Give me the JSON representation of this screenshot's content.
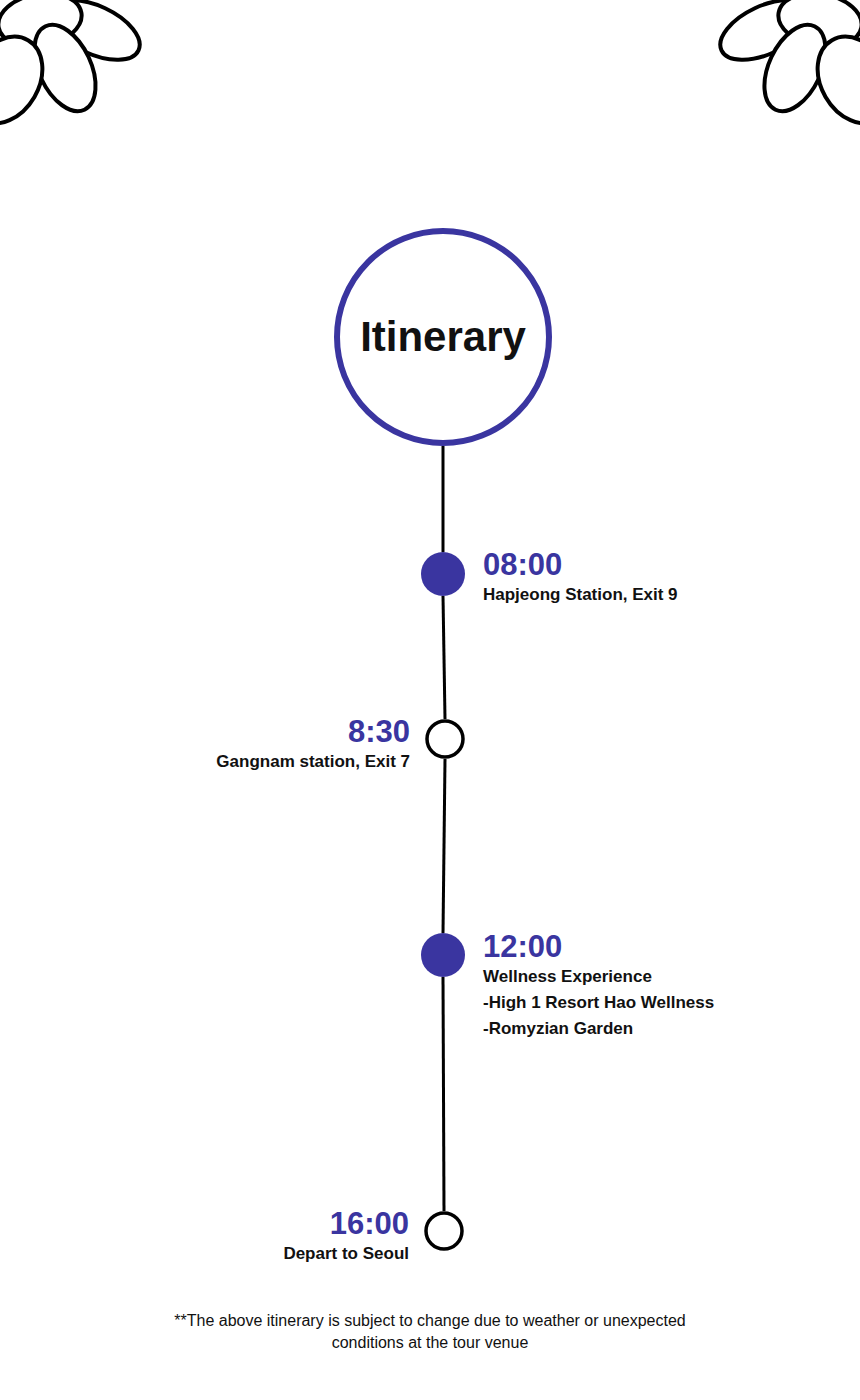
{
  "diagram": {
    "nodes": [
      {
        "text": [
          "Itinerary"
        ]
      },
      {
        "text": [
          "08:00",
          "Hapjeong Station, Exit 9"
        ]
      },
      {
        "text": [
          "8:30",
          "Gangnam station, Exit 7"
        ]
      },
      {
        "text": [
          "12:00",
          "Wellness Experience",
          "-High 1 Resort Hao Wellness",
          "-Romyzian Garden"
        ]
      },
      {
        "text": [
          "16:00",
          "Depart to Seoul"
        ]
      }
    ],
    "edges": [
      {
        "from": 0,
        "to": 1,
        "arrow": "none"
      },
      {
        "from": 1,
        "to": 2,
        "arrow": "none"
      },
      {
        "from": 2,
        "to": 3,
        "arrow": "none"
      },
      {
        "from": 3,
        "to": 4,
        "arrow": "none"
      }
    ],
    "labels": [
      "**The above itinerary is subject to change due to weather or unexpected conditions at the tour venue"
    ]
  }
}
